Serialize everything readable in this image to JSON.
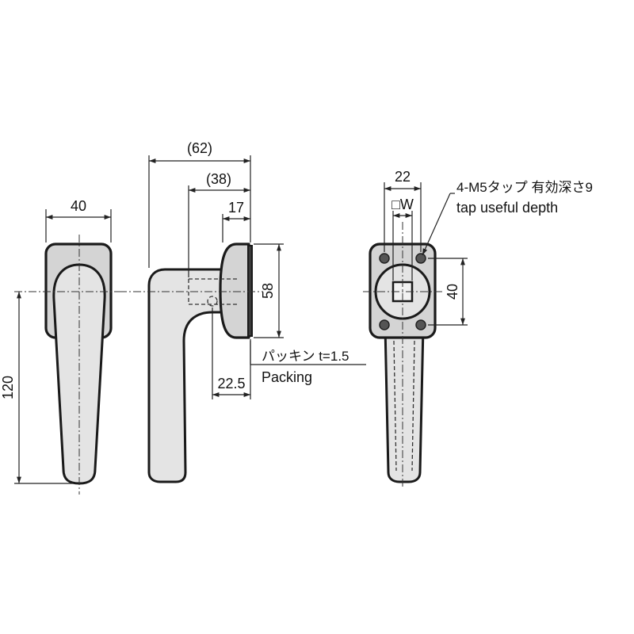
{
  "dimensions": {
    "front_width": "40",
    "front_height": "120",
    "side_overall": "(62)",
    "side_mid": "(38)",
    "side_base": "17",
    "side_height": "58",
    "side_offset": "22.5",
    "back_width": "22",
    "back_square": "□W",
    "back_height": "40"
  },
  "notes": {
    "tap_jp": "4-M5タップ 有効深さ9",
    "tap_en": "tap useful depth",
    "packing_jp": "パッキン t=1.5",
    "packing_en": "Packing"
  }
}
